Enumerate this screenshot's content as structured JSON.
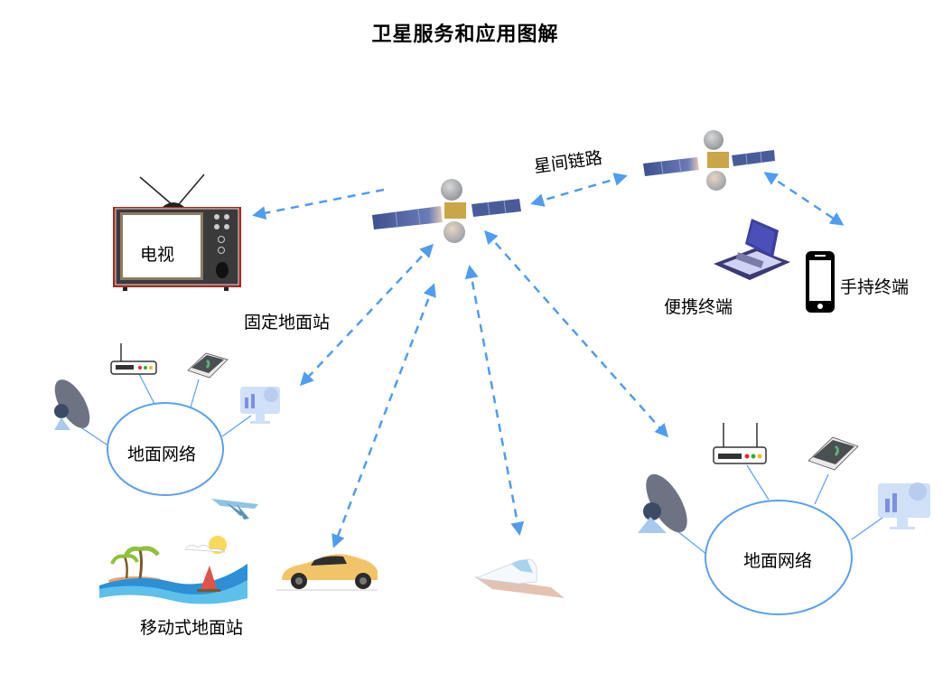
{
  "title": "卫星服务和应用图解",
  "colors": {
    "link": "#4f9cf0",
    "ellipse": "#5aa0ee",
    "tv_frame": "#a32a1f",
    "tv_body": "#3a3a3a",
    "car": "#f2c46a",
    "sea": "#2d8fd6",
    "panel": "#4a5b9a"
  },
  "labels": {
    "tv": "电视",
    "inter_satellite_link": "星间链路",
    "fixed_ground_station": "固定地面站",
    "portable_terminal": "便携终端",
    "handheld_terminal": "手持终端",
    "ground_network_left": "地面网络",
    "ground_network_right": "地面网络",
    "mobile_ground_station": "移动式地面站"
  },
  "nodes": [
    {
      "id": "satellite-main",
      "icon": "satellite-icon"
    },
    {
      "id": "satellite-relay",
      "icon": "satellite-icon"
    },
    {
      "id": "tv",
      "icon": "tv-icon"
    },
    {
      "id": "laptop",
      "icon": "laptop-icon"
    },
    {
      "id": "phone",
      "icon": "smartphone-icon"
    },
    {
      "id": "car",
      "icon": "car-icon"
    },
    {
      "id": "train",
      "icon": "train-icon"
    },
    {
      "id": "airplane",
      "icon": "airplane-icon"
    },
    {
      "id": "beach",
      "icon": "beach-sailboat-icon"
    }
  ],
  "links": [
    {
      "from": "satellite-main",
      "to": "tv",
      "type": "one-way"
    },
    {
      "from": "satellite-main",
      "to": "satellite-relay",
      "type": "two-way"
    },
    {
      "from": "satellite-relay",
      "to": "phone",
      "type": "two-way"
    },
    {
      "from": "satellite-main",
      "to": "ground-network-left",
      "type": "two-way"
    },
    {
      "from": "satellite-main",
      "to": "car",
      "type": "two-way"
    },
    {
      "from": "satellite-main",
      "to": "train",
      "type": "two-way"
    },
    {
      "from": "satellite-main",
      "to": "ground-network-right",
      "type": "two-way"
    }
  ]
}
